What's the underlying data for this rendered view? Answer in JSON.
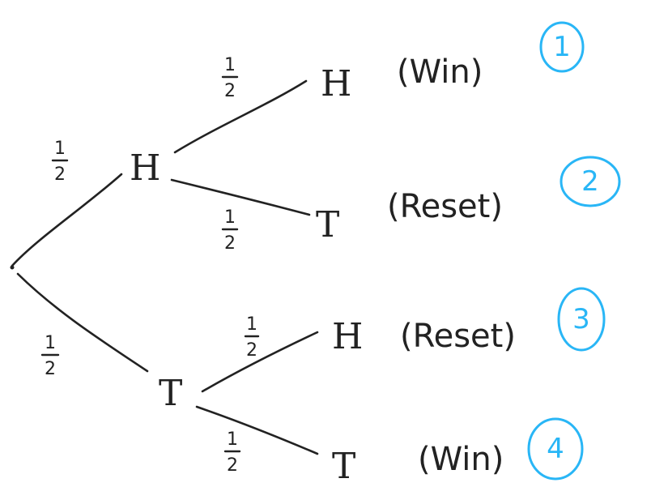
{
  "diagram": {
    "root_branches": [
      {
        "probability": {
          "numerator": "1",
          "denominator": "2"
        },
        "node": "H"
      },
      {
        "probability": {
          "numerator": "1",
          "denominator": "2"
        },
        "node": "T"
      }
    ],
    "outcomes": [
      {
        "number": "1",
        "probability": {
          "numerator": "1",
          "denominator": "2"
        },
        "node": "H",
        "label": "(Win)"
      },
      {
        "number": "2",
        "probability": {
          "numerator": "1",
          "denominator": "2"
        },
        "node": "T",
        "label": "(Reset)"
      },
      {
        "number": "3",
        "probability": {
          "numerator": "1",
          "denominator": "2"
        },
        "node": "H",
        "label": "(Reset)"
      },
      {
        "number": "4",
        "probability": {
          "numerator": "1",
          "denominator": "2"
        },
        "node": "T",
        "label": "(Win)"
      }
    ]
  },
  "colors": {
    "ink": "#222222",
    "circle_accent": "#29b6f6",
    "background": "#ffffff"
  }
}
